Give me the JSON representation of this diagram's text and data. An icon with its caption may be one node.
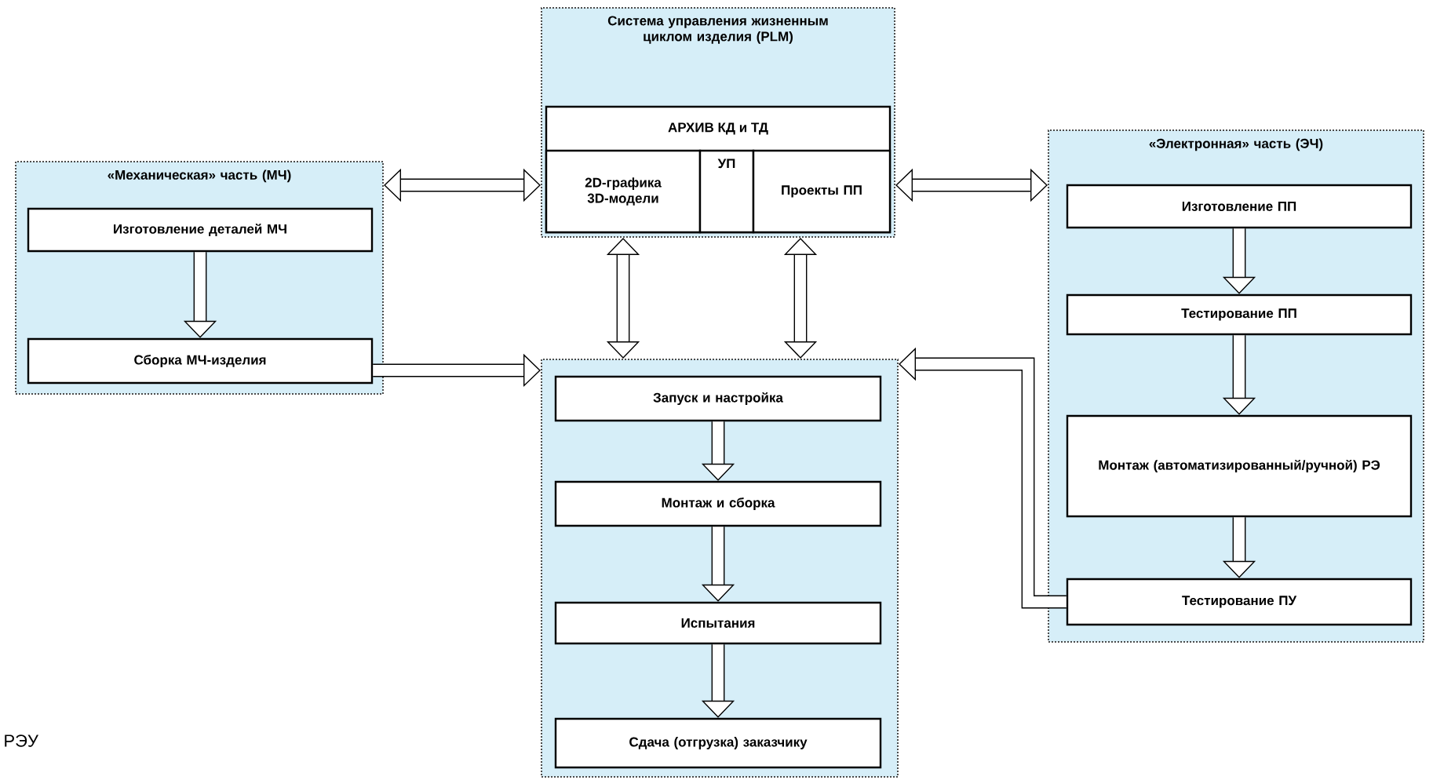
{
  "diagram": {
    "nodes": [
      {
        "text": [
          "Система управления жизненным циклом изделия (PLM)"
        ]
      },
      {
        "text": [
          "АРХИВ КД и ТД"
        ],
        "in": 0
      },
      {
        "text": [
          "2D-графика 3D-модели"
        ],
        "in": 1
      },
      {
        "text": [
          "УП"
        ],
        "in": 1
      },
      {
        "text": [
          "Проекты ПП"
        ],
        "in": 1
      },
      {
        "text": [
          "«Механическая» часть (МЧ)"
        ]
      },
      {
        "text": [
          "Изготовление деталей МЧ"
        ],
        "in": 5
      },
      {
        "text": [
          "Сборка МЧ-изделия"
        ],
        "in": 5
      },
      {
        "text": [
          "«Электронная» часть (ЭЧ)"
        ]
      },
      {
        "text": [
          "Изготовление ПП"
        ],
        "in": 8
      },
      {
        "text": [
          "Тестирование ПП"
        ],
        "in": 8
      },
      {
        "text": [
          "Монтаж (автоматизированный/ручной) РЭ"
        ],
        "in": 8
      },
      {
        "text": [
          "Тестирование ПУ"
        ],
        "in": 8
      },
      {
        "text": [],
        "shape": "box"
      },
      {
        "text": [
          "Запуск и настройка"
        ],
        "in": 13
      },
      {
        "text": [
          "Монтаж и сборка"
        ],
        "in": 13
      },
      {
        "text": [
          "Испытания"
        ],
        "in": 13
      },
      {
        "text": [
          "Сдача (отгрузка) заказчику"
        ],
        "in": 13
      }
    ],
    "edges": [
      {
        "from": 0,
        "to": 5,
        "arrow": "both"
      },
      {
        "from": 0,
        "to": 8,
        "arrow": "both"
      },
      {
        "from": 0,
        "to": 13,
        "arrow": "both"
      },
      {
        "from": 0,
        "to": 13,
        "arrow": "both"
      },
      {
        "from": 6,
        "to": 7,
        "arrow": "to"
      },
      {
        "from": 9,
        "to": 10,
        "arrow": "to"
      },
      {
        "from": 10,
        "to": 11,
        "arrow": "to"
      },
      {
        "from": 11,
        "to": 12,
        "arrow": "to"
      },
      {
        "from": 14,
        "to": 15,
        "arrow": "to"
      },
      {
        "from": 15,
        "to": 16,
        "arrow": "to"
      },
      {
        "from": 16,
        "to": 17,
        "arrow": "to"
      },
      {
        "from": 7,
        "to": 13,
        "arrow": "to"
      },
      {
        "from": 12,
        "to": 13,
        "arrow": "to"
      }
    ],
    "labels": [
      "РЭУ"
    ]
  }
}
